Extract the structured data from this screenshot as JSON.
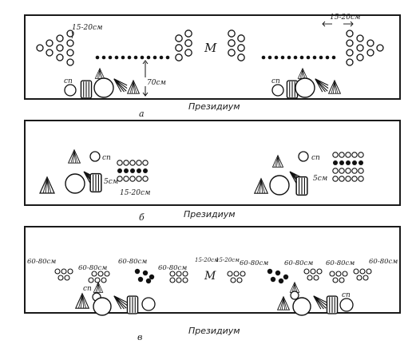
{
  "diagram": {
    "panel_a": {
      "letter": "а",
      "caption": "Президиум",
      "distance_top_left": "15-20см",
      "distance_top_right": "15-20см",
      "distance_vertical": "70см",
      "center_label": "М",
      "label_sp_left": "сп",
      "label_sp_right": "сп"
    },
    "panel_b": {
      "letter": "б",
      "caption": "Президиум",
      "label_sp_left": "сп",
      "label_sp_right": "сп",
      "distance_small_left": "5см",
      "distance_small_right": "5см",
      "distance_rows": "15-20см"
    },
    "panel_v": {
      "letter": "в",
      "caption": "Президиум",
      "center_label": "М",
      "label_sp_left": "сп",
      "label_sp_right": "сп",
      "dist_1": "60-80см",
      "dist_2": "60-80см",
      "dist_3": "60-80см",
      "dist_4": "60-80см",
      "dist_5": "15-20см",
      "dist_6": "15-20см",
      "dist_7": "60-80см",
      "dist_8": "60-80см",
      "dist_9": "60-80см",
      "dist_10": "60-80см"
    }
  }
}
